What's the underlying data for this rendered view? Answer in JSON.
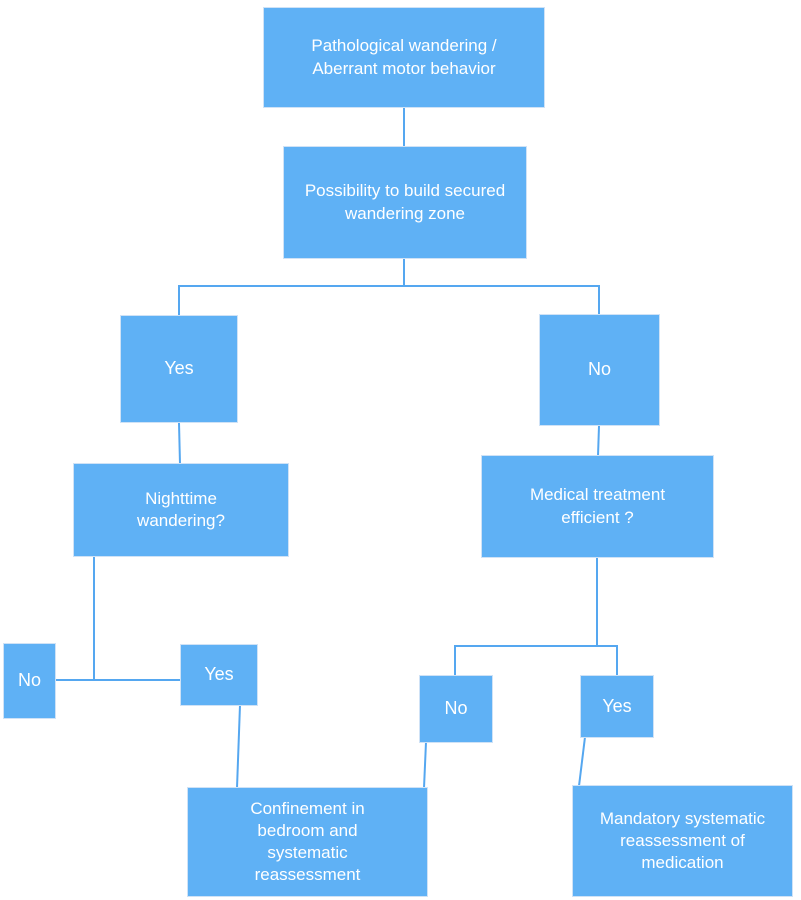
{
  "diagram": {
    "type": "flowchart",
    "title": "Pathological wandering / Aberrant motor behavior decision tree",
    "colors": {
      "box_fill": "#5fb1f5",
      "box_border": "#cfe2f6",
      "connector": "#55a7f0",
      "text": "#ffffff",
      "background": "#ffffff"
    },
    "nodes": {
      "root": "Pathological wandering / Aberrant motor behavior",
      "secured_zone": "Possibility to build secured wandering zone",
      "zone_yes": "Yes",
      "zone_no": "No",
      "nighttime": "Nighttime wandering?",
      "medical": "Medical treatment efficient ?",
      "night_no": "No",
      "night_yes": "Yes",
      "med_no": "No",
      "med_yes": "Yes",
      "confinement": "Confinement in bedroom and systematic reassessment",
      "reassessment": "Mandatory systematic reassessment of medication"
    },
    "edges": [
      {
        "from": "root",
        "to": "secured_zone"
      },
      {
        "from": "secured_zone",
        "to": "zone_yes"
      },
      {
        "from": "secured_zone",
        "to": "zone_no"
      },
      {
        "from": "zone_yes",
        "to": "nighttime"
      },
      {
        "from": "zone_no",
        "to": "medical"
      },
      {
        "from": "nighttime",
        "to": "night_no"
      },
      {
        "from": "nighttime",
        "to": "night_yes"
      },
      {
        "from": "night_yes",
        "to": "confinement"
      },
      {
        "from": "medical",
        "to": "med_no"
      },
      {
        "from": "medical",
        "to": "med_yes"
      },
      {
        "from": "med_no",
        "to": "confinement"
      },
      {
        "from": "med_yes",
        "to": "reassessment"
      }
    ]
  }
}
